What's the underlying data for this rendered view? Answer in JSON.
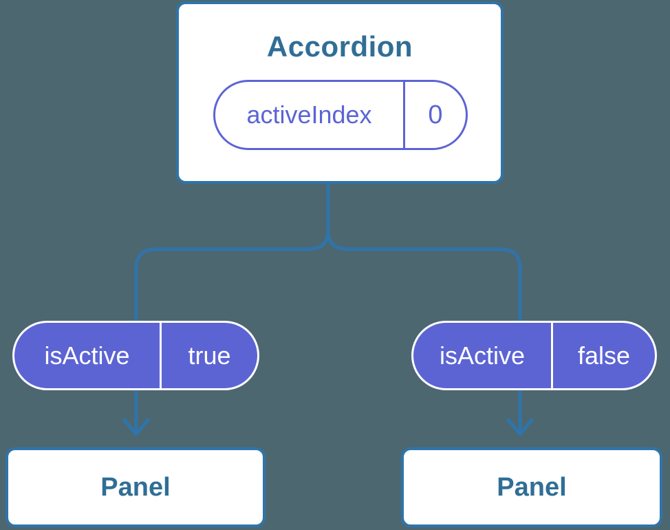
{
  "colors": {
    "background": "#4d6770",
    "connector_blue": "#2f74aa",
    "node_border_blue": "#2f74aa",
    "node_text_blue": "#306e96",
    "state_purple": "#5c64d4",
    "node_fill": "#ffffff",
    "pill_text_white": "#ffffff"
  },
  "icons": {
    "arrowhead": "arrow-down-icon"
  },
  "tree": {
    "root": {
      "title": "Accordion",
      "state": {
        "name": "activeIndex",
        "value": "0"
      }
    },
    "branches": [
      {
        "prop": {
          "name": "isActive",
          "value": "true"
        },
        "child": {
          "title": "Panel"
        }
      },
      {
        "prop": {
          "name": "isActive",
          "value": "false"
        },
        "child": {
          "title": "Panel"
        }
      }
    ]
  }
}
